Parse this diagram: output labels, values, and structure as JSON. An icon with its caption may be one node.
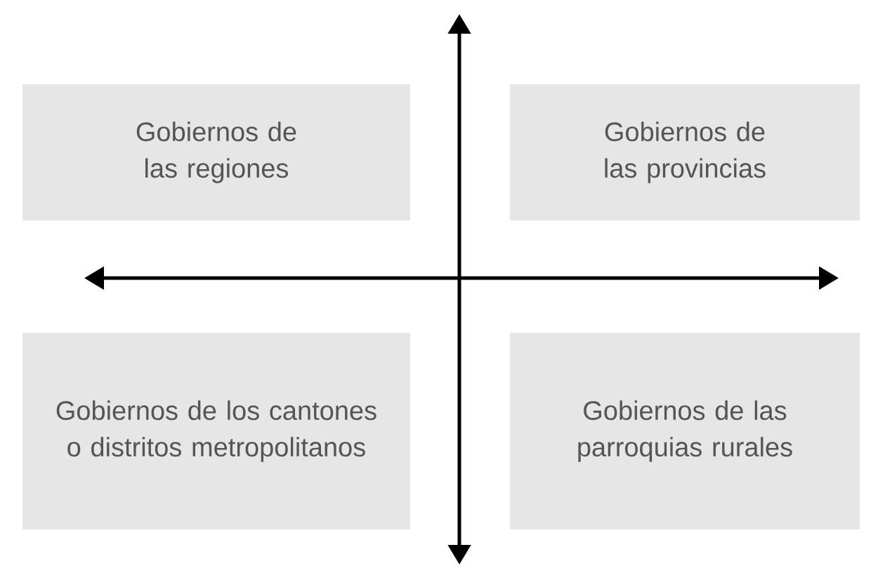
{
  "diagram": {
    "nodes": [
      {
        "text": [
          "Gobiernos de las regiones"
        ]
      },
      {
        "text": [
          "Gobiernos de las provincias"
        ]
      },
      {
        "text": [
          "Gobiernos de los cantones o distritos metropolitanos"
        ]
      },
      {
        "text": [
          "Gobiernos de las parroquias rurales"
        ]
      }
    ]
  }
}
